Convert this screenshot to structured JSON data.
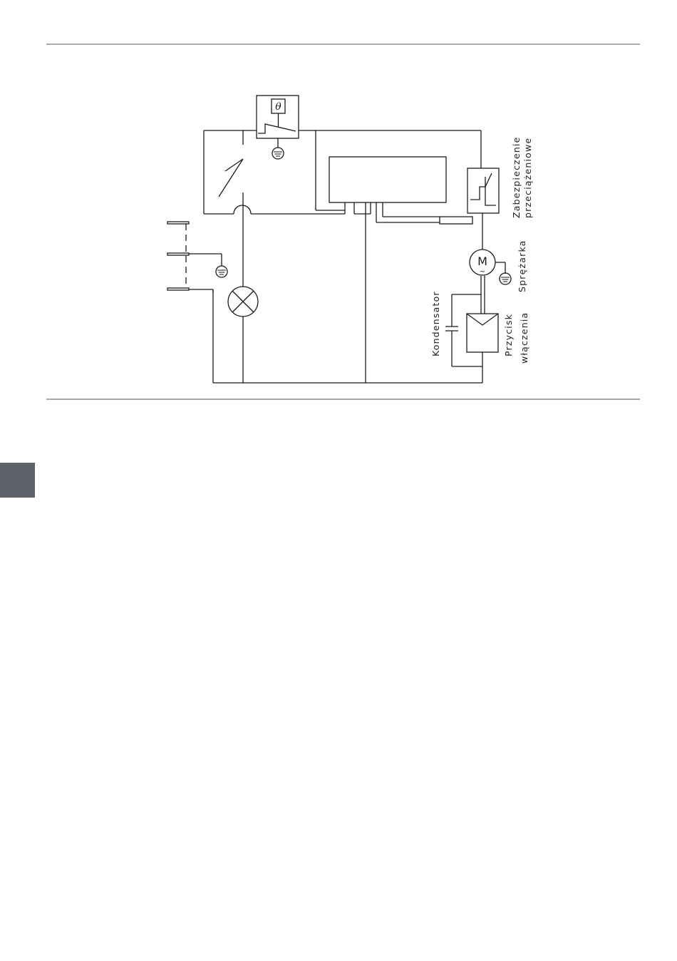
{
  "labels": {
    "zabezpieczenie_line1": "Zabezpieczenie",
    "zabezpieczenie_line2": "przeciążeniowe",
    "sprezarka": "Sprężarka",
    "kondensator": "Kondensator",
    "przycisk_line1": "Przycisk",
    "przycisk_line2": "włączenia",
    "thermostat_symbol": "θ",
    "motor_symbol": "M",
    "motor_ac": "~"
  },
  "colors": {
    "line": "#1a1a1a",
    "side_tab": "#5f6369",
    "rule": "#555555"
  }
}
